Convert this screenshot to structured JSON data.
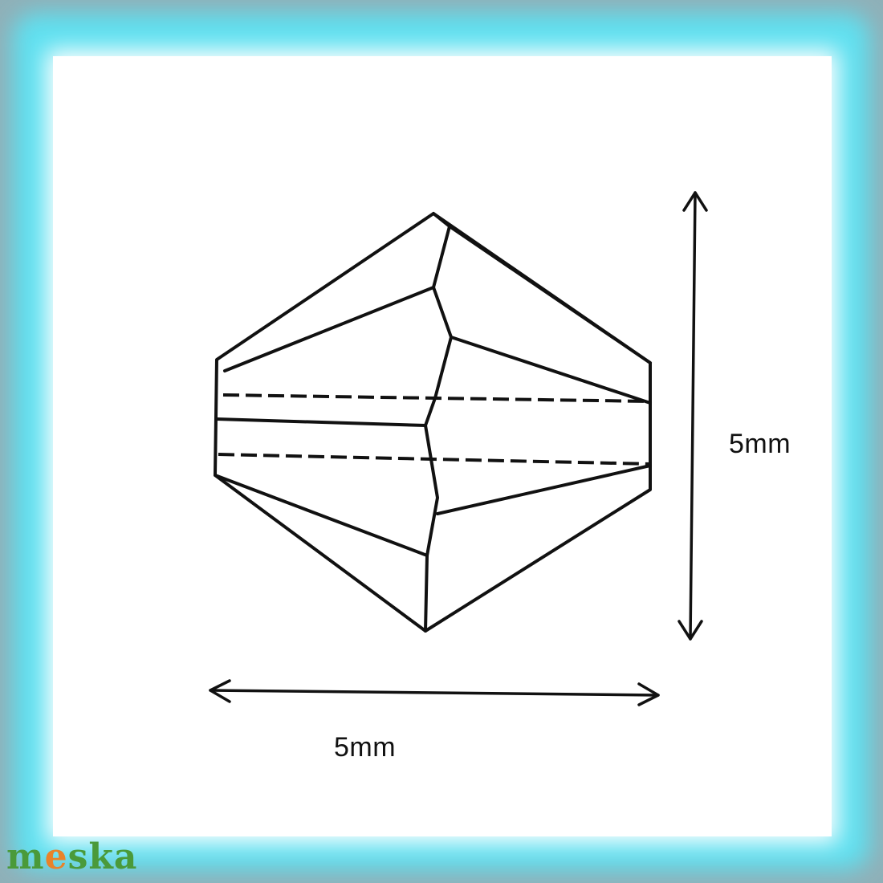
{
  "diagram": {
    "height_label": "5mm",
    "width_label": "5mm"
  },
  "watermark": {
    "text": "meska",
    "part_m": "m",
    "part_e": "e",
    "part_rest": "ska",
    "colors": {
      "green": "#4a9a3a",
      "orange": "#e8832a"
    }
  },
  "frame": {
    "border_color": "#5fe0f0",
    "inner_color": "#ffffff"
  }
}
